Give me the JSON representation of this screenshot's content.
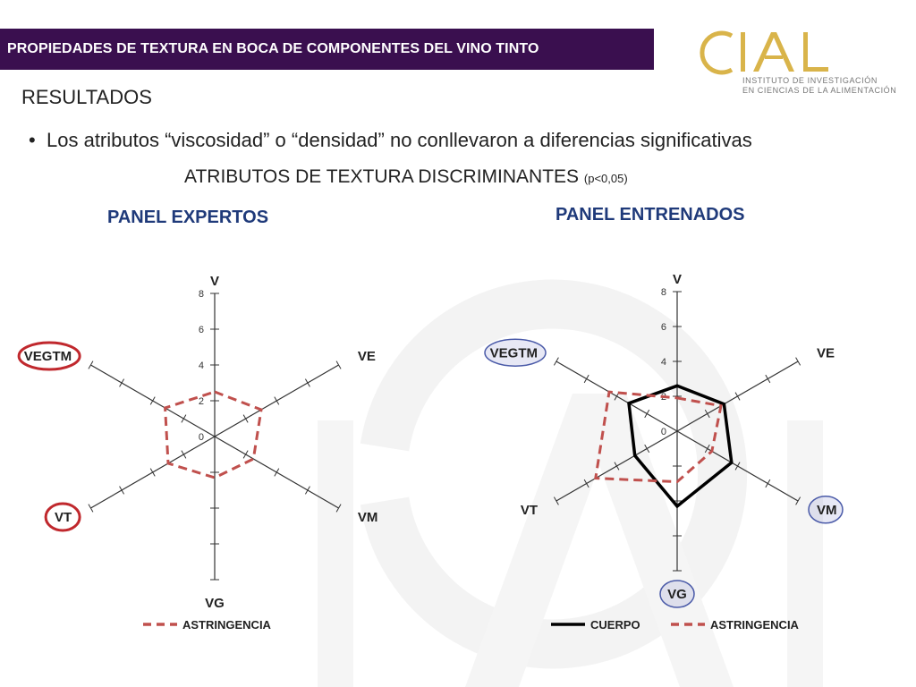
{
  "header": {
    "title": "PROPIEDADES DE TEXTURA EN BOCA DE COMPONENTES DEL VINO TINTO"
  },
  "logo": {
    "text": "CIAL",
    "line1": "INSTITUTO DE INVESTIGACIÓN",
    "line2": "EN CIENCIAS DE LA ALIMENTACIÓN"
  },
  "section": {
    "title": "RESULTADOS"
  },
  "bullet": {
    "text": "Los atributos “viscosidad” o “densidad” no conllevaron a diferencias significativas"
  },
  "subheading": {
    "main": "ATRIBUTOS DE TEXTURA DISCRIMINANTES ",
    "note": "(p<0,05)"
  },
  "colors": {
    "header_bg": "#3a0f4f",
    "panel_title": "#1f3a7a",
    "astringencia": "#c0504d",
    "cuerpo": "#000000",
    "highlight_red": "#c0282d",
    "highlight_blue": "#4a5aa8",
    "logo": "#d9b44a"
  },
  "chart_data": [
    {
      "type": "radar",
      "title": "PANEL EXPERTOS",
      "axes": [
        "V",
        "VE",
        "VM",
        "VG",
        "VT",
        "VEGTM"
      ],
      "ticks": [
        "0",
        "2",
        "4",
        "6",
        "8"
      ],
      "range": [
        0,
        8
      ],
      "highlighted_axes": [
        "VEGTM",
        "VT"
      ],
      "highlight_color": "red",
      "series": [
        {
          "name": "ASTRINGENCIA",
          "style": "dashed",
          "color": "#c0504d",
          "values": [
            2.5,
            3.0,
            2.5,
            2.3,
            3.0,
            3.2
          ]
        }
      ]
    },
    {
      "type": "radar",
      "title": "PANEL ENTRENADOS",
      "axes": [
        "V",
        "VE",
        "VM",
        "VG",
        "VT",
        "VEGTM"
      ],
      "ticks": [
        "0",
        "2",
        "4",
        "6",
        "8"
      ],
      "range": [
        0,
        8
      ],
      "highlighted_axes": [
        "VEGTM",
        "VM",
        "VG"
      ],
      "highlight_color": "blue",
      "series": [
        {
          "name": "CUERPO",
          "style": "solid",
          "color": "#000000",
          "values": [
            2.6,
            3.1,
            3.6,
            4.3,
            2.8,
            3.2
          ]
        },
        {
          "name": "ASTRINGENCIA",
          "style": "dashed",
          "color": "#c0504d",
          "values": [
            1.9,
            2.9,
            2.3,
            2.9,
            5.4,
            4.5
          ]
        }
      ]
    }
  ]
}
